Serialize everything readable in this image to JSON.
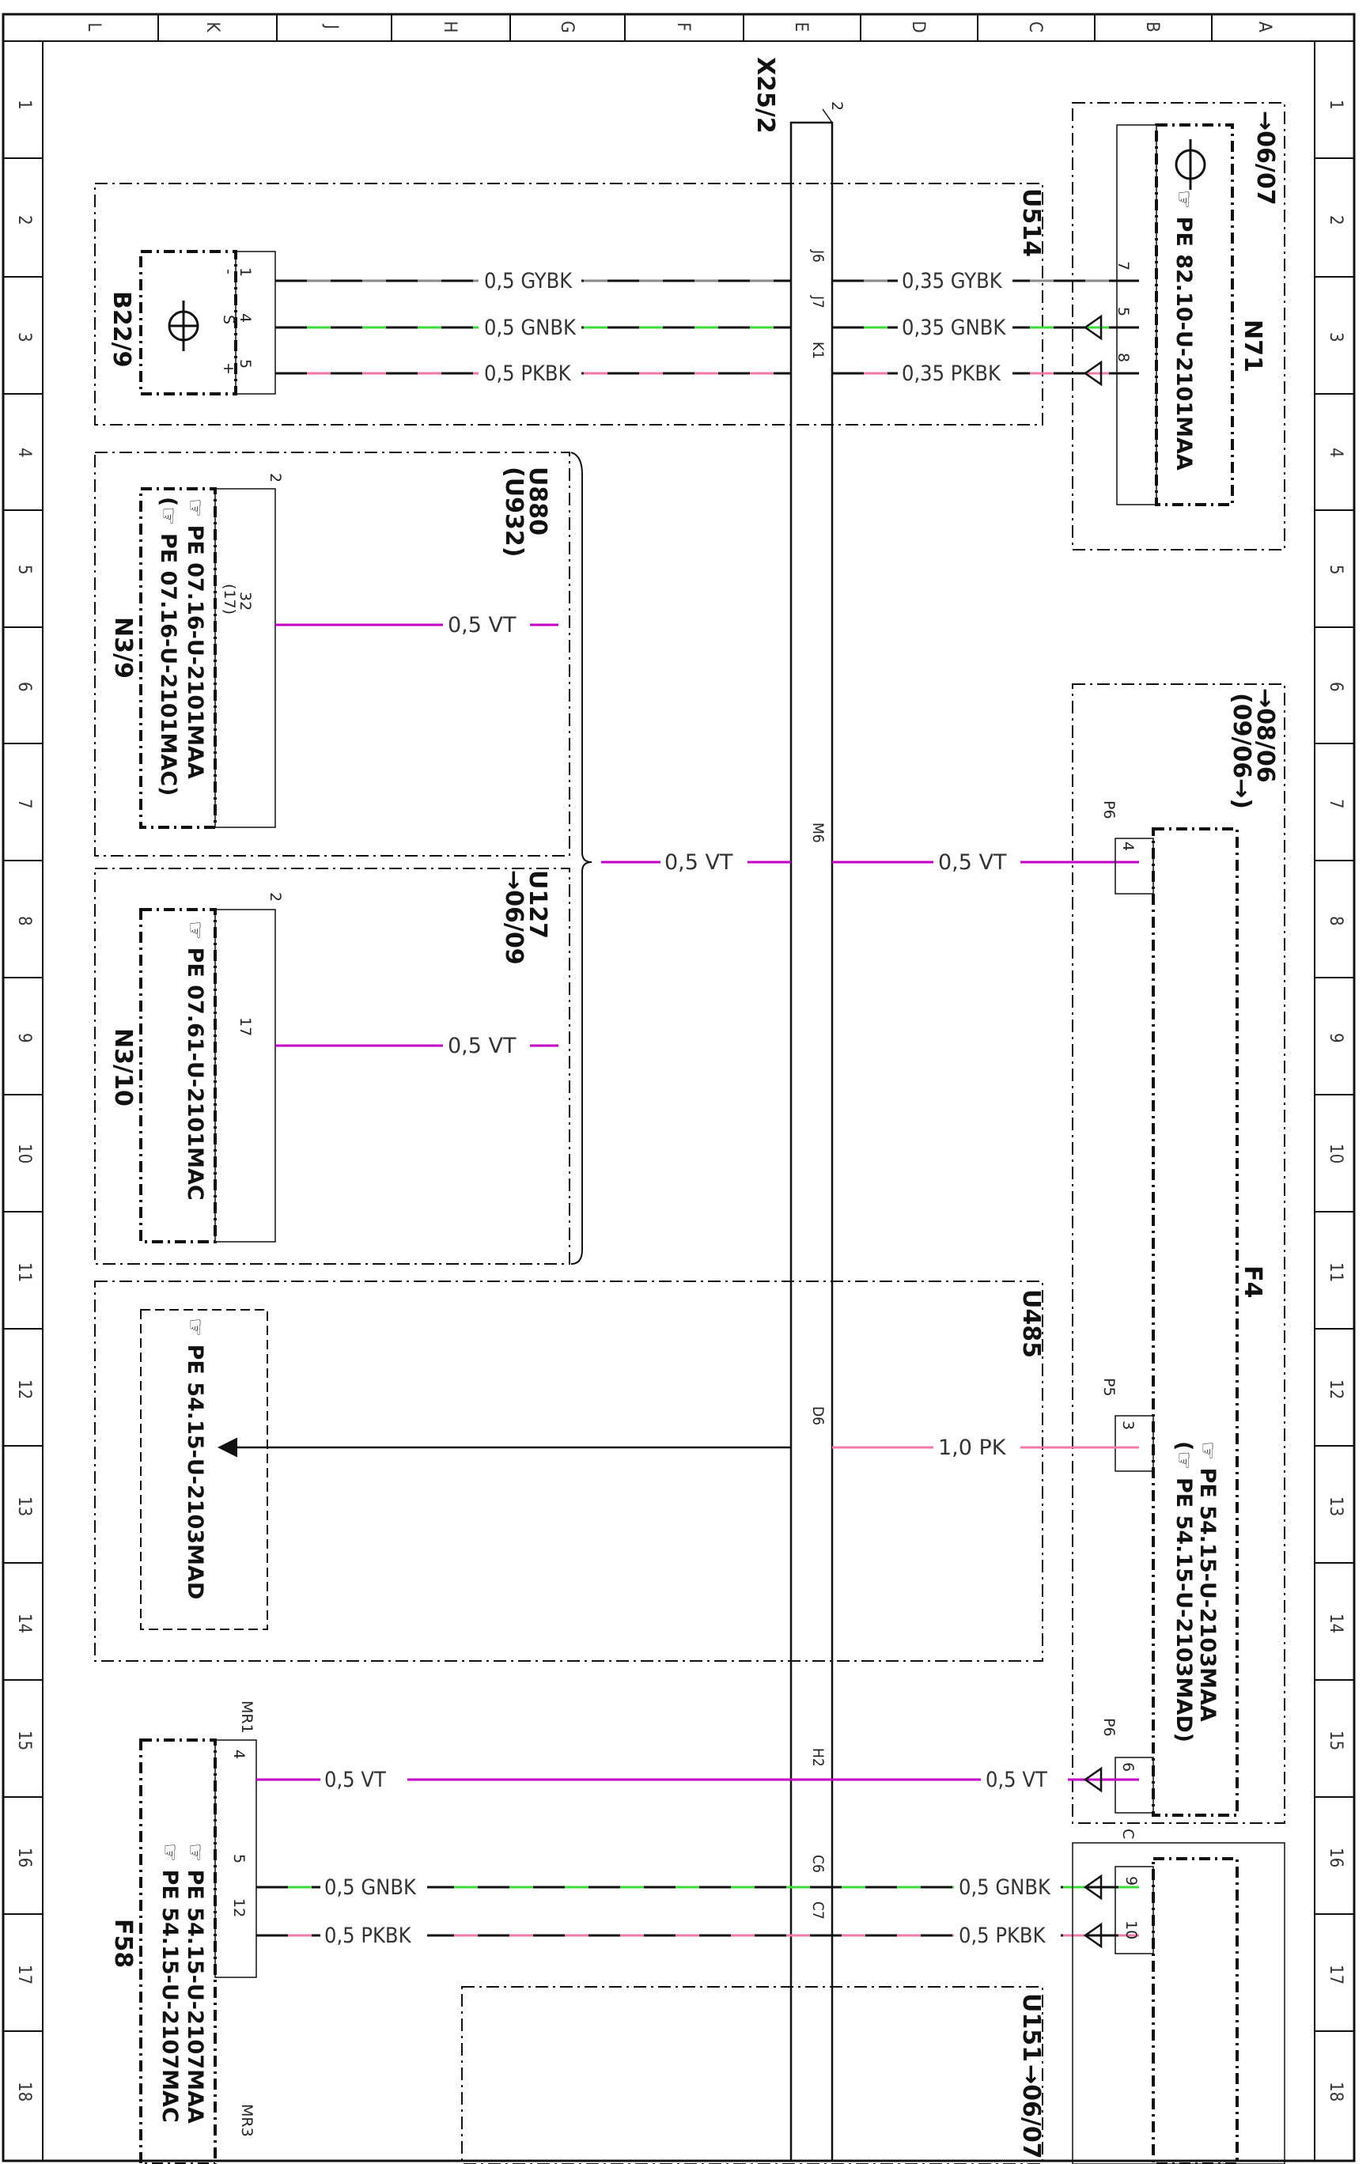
{
  "grid": {
    "columns": [
      "L",
      "K",
      "J",
      "H",
      "G",
      "F",
      "E",
      "D",
      "C",
      "B",
      "A"
    ],
    "rows": [
      "1",
      "2",
      "3",
      "4",
      "5",
      "6",
      "7",
      "8",
      "9",
      "10",
      "11",
      "12",
      "13",
      "14",
      "15",
      "16",
      "17",
      "18"
    ]
  },
  "connector": {
    "name": "X25/2",
    "pin": "2"
  },
  "colors": {
    "GYBK_a": "#8a8a8a",
    "GYBK_b": "#111111",
    "GNBK_a": "#3ddc3d",
    "GNBK_b": "#111111",
    "PKBK_a": "#f07aa8",
    "PKBK_b": "#111111",
    "VT": "#c400c4",
    "PK": "#f07aa8",
    "frame": "#111111"
  },
  "components": {
    "U514": {
      "label": "U514"
    },
    "B22_9": {
      "label": "B22/9",
      "icon": "sensor-icon",
      "pins": [
        "1",
        "4",
        "5"
      ],
      "pin_marks": [
        "-",
        "S",
        "+"
      ]
    },
    "N71": {
      "label": "N71",
      "ref1": "☞ PE  82.10-U-2101MAA",
      "icon": "sensor-icon",
      "arrow_note": "→06/07",
      "pins": [
        "7",
        "5",
        "8"
      ]
    },
    "U880": {
      "label": "U880",
      "sub": "(U932)",
      "pin_top": "2"
    },
    "N3_9": {
      "label": "N3/9",
      "ref1": "☞ PE  07.16-U-2101MAA",
      "ref2": "(☞ PE  07.16-U-2101MAC)",
      "pin": "32",
      "pin_alt": "(17)"
    },
    "U127": {
      "label": "U127",
      "arrow_note": "→06/09",
      "pin_top": "2"
    },
    "N3_10": {
      "label": "N3/10",
      "ref1": "☞ PE  07.61-U-2101MAC",
      "pin": "17"
    },
    "F4": {
      "label": "F4",
      "arrow_note": "→08/06",
      "arrow_note2": "(09/06→)",
      "ref1": "☞ PE  54.15-U-2103MAA",
      "ref2": "(☞ PE  54.15-U-2103MAD)",
      "p6_top": "P6",
      "p5": "P5",
      "p6_bottom": "P6",
      "pins": [
        "4",
        "3",
        "6"
      ]
    },
    "U485": {
      "label": "U485",
      "ref": "☞ PE  54.15-U-2103MAD"
    },
    "F58": {
      "label": "F58",
      "ref1": "☞ PE  54.15-U-2107MAA",
      "ref2": "☞ PE  54.15-U-2107MAC",
      "top": "MR1",
      "bottom": "MR3",
      "pins": [
        "4",
        "5",
        "12"
      ]
    },
    "C": {
      "label": "C",
      "pins": [
        "9",
        "10"
      ]
    },
    "U151": {
      "label": "U151",
      "arrow_note": "→06/07"
    }
  },
  "splices": [
    "J6",
    "J7",
    "K1",
    "M6",
    "D6",
    "H2",
    "C6",
    "C7"
  ],
  "wires": {
    "w1_left": "0,5  GYBK",
    "w1_right": "0,35  GYBK",
    "w2_left": "0,5  GNBK",
    "w2_right": "0,35  GNBK",
    "w3_left": "0,5  PKBK",
    "w3_right": "0,35  PKBK",
    "w4": "0,5  VT",
    "w5_left": "0,5  VT",
    "w5_right": "0,5  VT",
    "w6": "0,5  VT",
    "w7": "1,0  PK",
    "w8_left": "0,5  VT",
    "w8_right": "0,5  VT",
    "w9_left": "0,5  GNBK",
    "w9_right": "0,5  GNBK",
    "w10_left": "0,5  PKBK",
    "w10_right": "0,5  PKBK"
  }
}
